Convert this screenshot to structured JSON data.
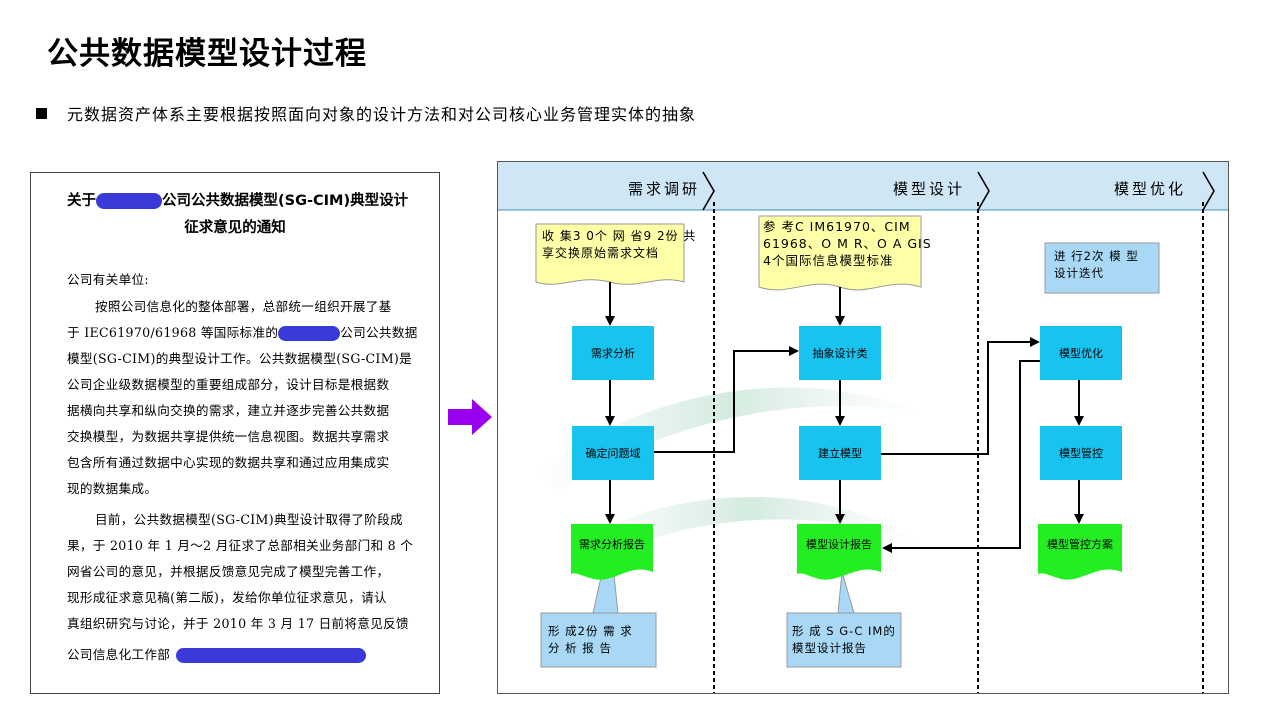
{
  "slide": {
    "title": "公共数据模型设计过程",
    "bullet": "元数据资产体系主要根据按照面向对象的设计方法和对公司核心业务管理实体的抽象"
  },
  "notice": {
    "title_prefix": "关于",
    "title_suffix": "公司公共数据模型(SG-CIM)典型设计",
    "title_line2": "征求意见的通知",
    "salutation": "公司有关单位:",
    "lines": [
      "按照公司信息化的整体部署，总部统一组织开展了基",
      "于 IEC61970/61968 等国际标准的",
      "公司公共数据",
      "模型(SG-CIM)的典型设计工作。公共数据模型(SG-CIM)是",
      "公司企业级数据模型的重要组成部分，设计目标是根据数",
      "据横向共享和纵向交换的需求，建立并逐步完善公共数据",
      "交换模型，为数据共享提供统一信息视图。数据共享需求",
      "包含所有通过数据中心实现的数据共享和通过应用集成实",
      "现的数据集成。",
      "目前，公共数据模型(SG-CIM)典型设计取得了阶段成",
      "果，于 2010 年 1 月～2 月征求了总部相关业务部门和 8 个",
      "网省公司的意见，并根据反馈意见完成了模型完善工作，",
      "现形成征求意见稿(第二版)，发给你单位征求意见，请认",
      "真组织研究与讨论，并于 2010 年 3 月 17 日前将意见反馈",
      "公司信息化工作部"
    ]
  },
  "flow": {
    "headers": [
      "需求调研",
      "模型设计",
      "模型优化"
    ],
    "notes": {
      "n1": "收  集3 0个 网 省9 2份  共\n享交换原始需求文档",
      "n2": "参  考C IM61970、CIM\n61968、O M R、O A GIS\n4个国际信息模型标准",
      "n3": "进  行2次 模 型\n设计迭代",
      "n4": "形  成2份  需 求\n分 析 报 告",
      "n5": "形  成 S G-C IM的\n模型设计报告"
    },
    "boxes": {
      "req_analysis": "需求分析",
      "define_domain": "确定问题域",
      "abstract_class": "抽象设计类",
      "build_model": "建立模型",
      "model_opt": "模型优化",
      "model_ctrl": "模型管控"
    },
    "docs": {
      "req_report": "需求分析报告",
      "design_report": "模型设计报告",
      "ctrl_plan": "模型管控方案"
    },
    "colors": {
      "header_band": "#cfe7f5",
      "box": "#18c3f0",
      "doc": "#22ee22",
      "note_yellow": "#ffffa8",
      "note_blue": "#a8d8f5",
      "arrow": "#9900ee"
    }
  }
}
